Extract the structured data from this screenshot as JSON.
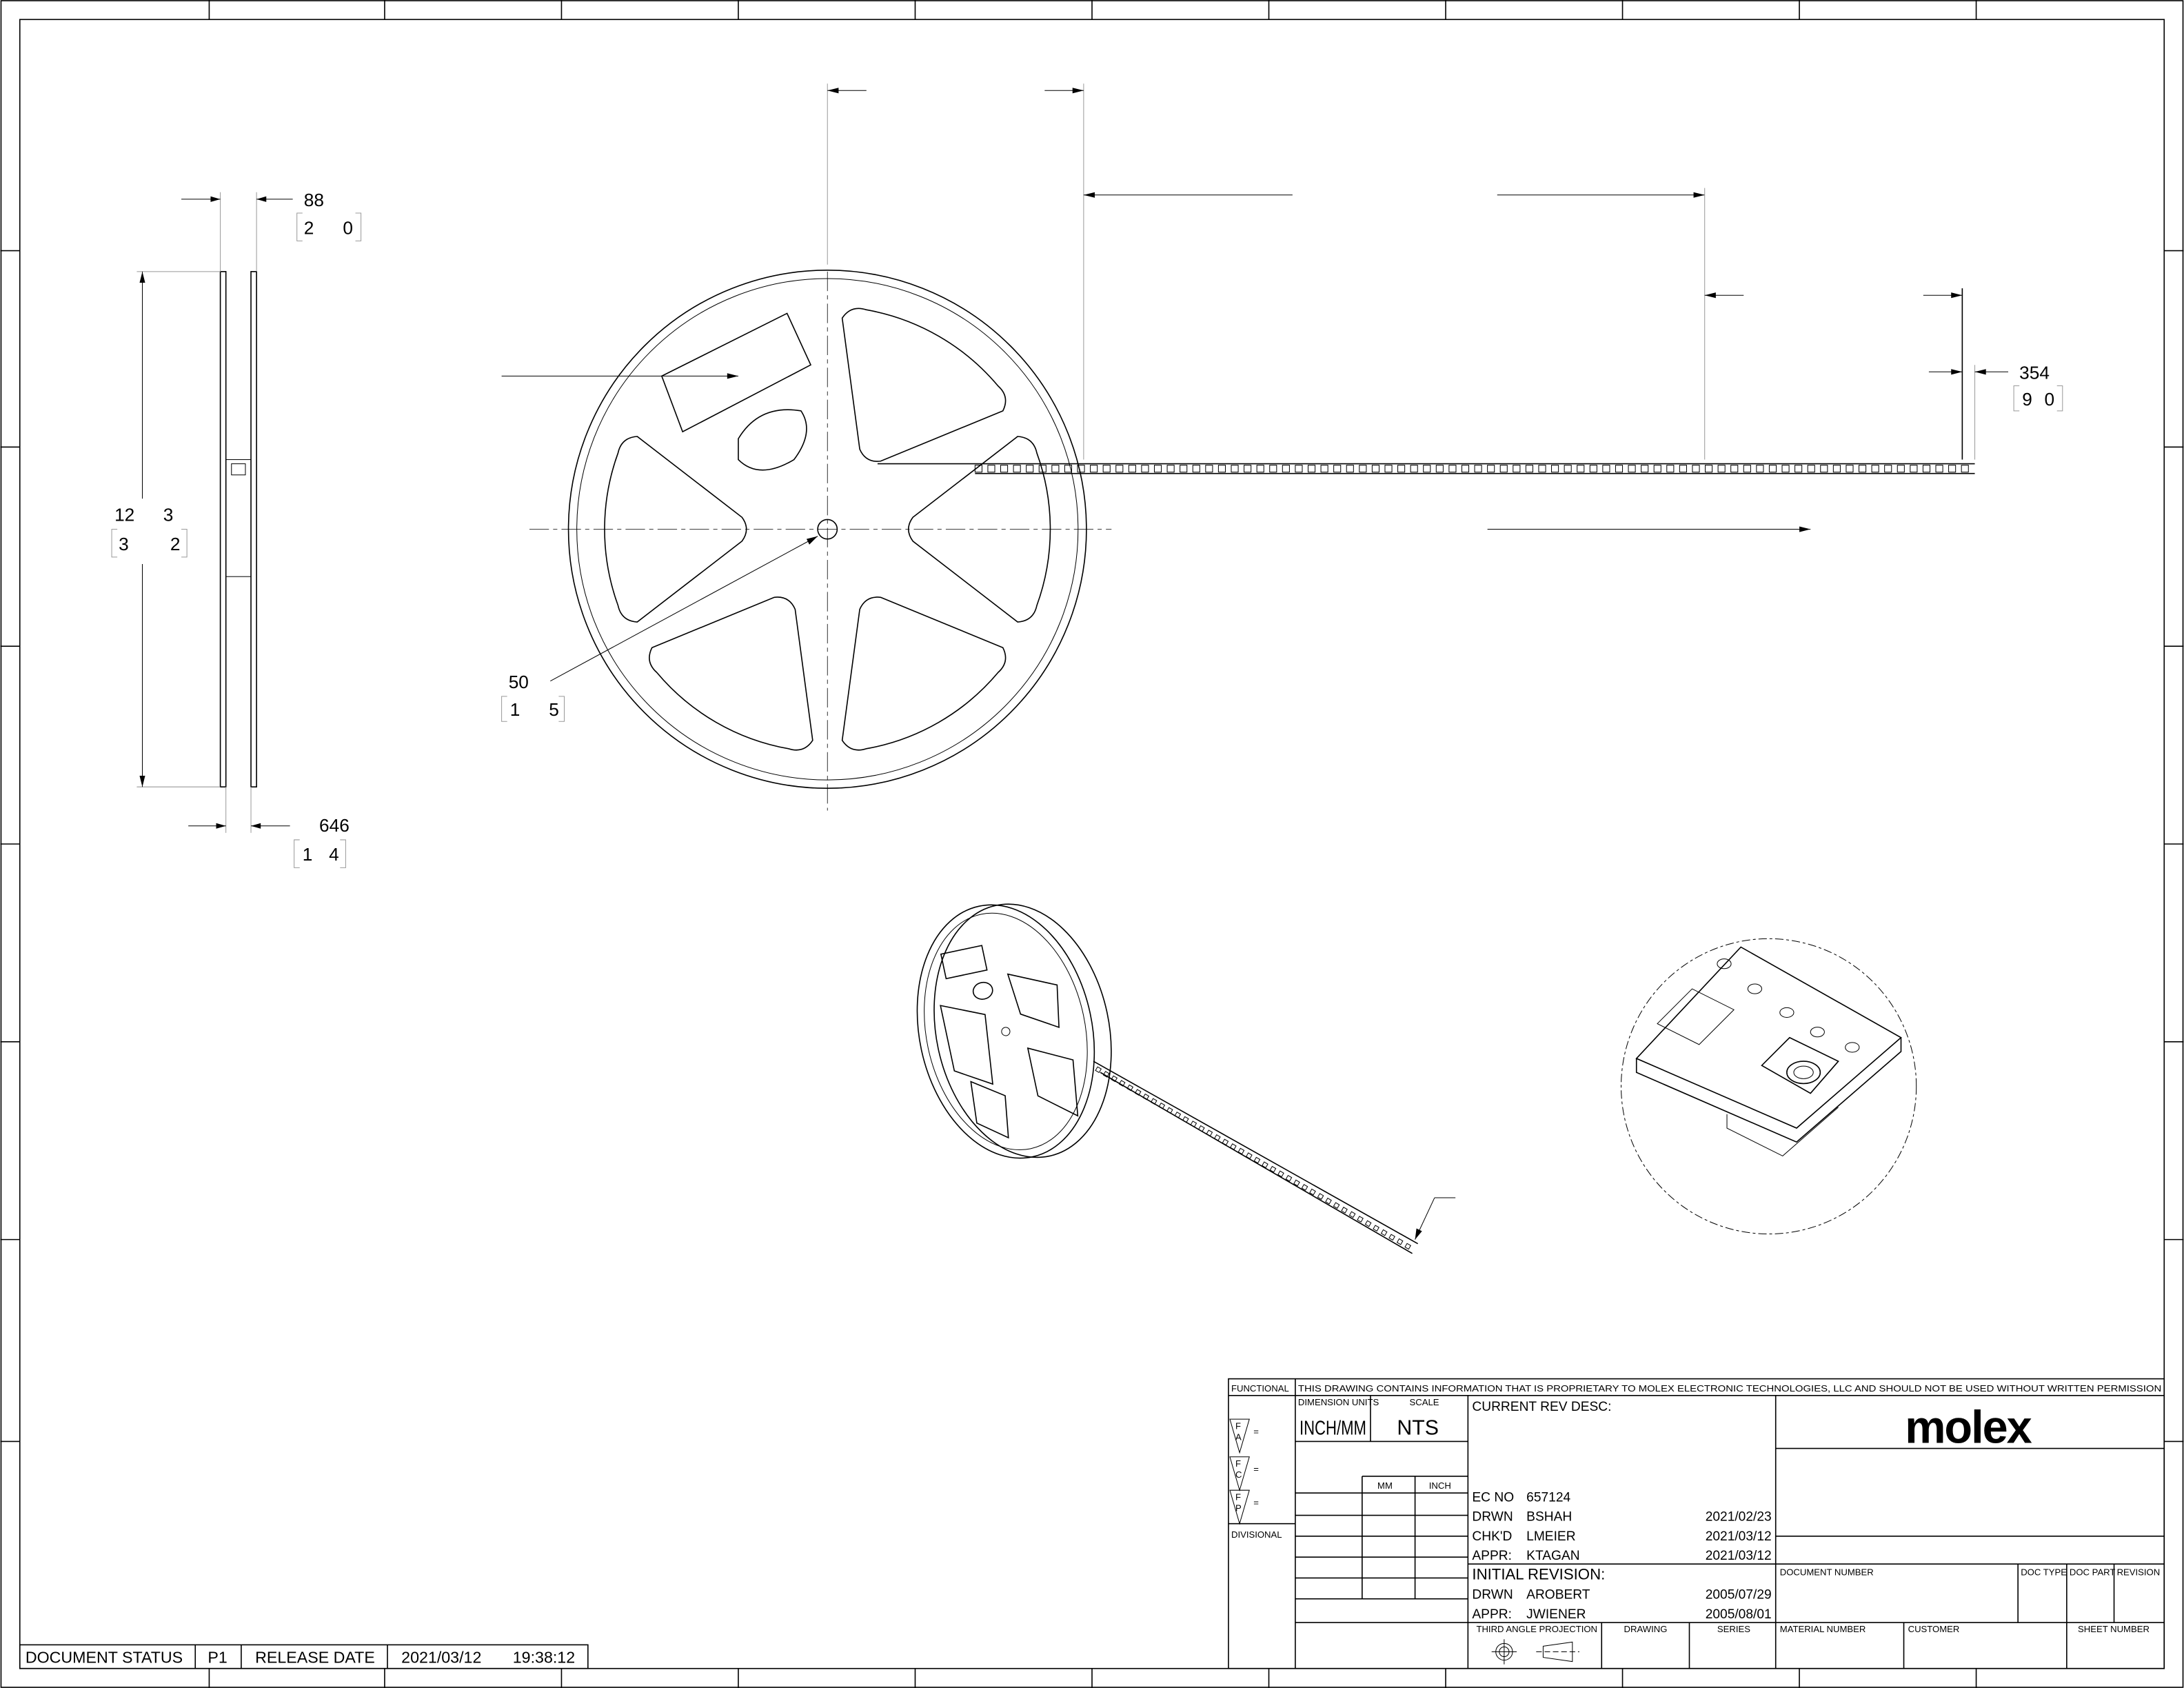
{
  "dimensions": {
    "flange_gap": {
      "inch": "88",
      "mm_left": "2",
      "mm_right": "0"
    },
    "reel_diameter": {
      "inch_left": "12",
      "inch_right": "3",
      "mm_left": "3",
      "mm_right": "2"
    },
    "hub_hole": {
      "inch": "50",
      "mm_left": "1",
      "mm_right": "5"
    },
    "flange_thickness": {
      "inch": "646",
      "mm_left": "1",
      "mm_right": "4"
    },
    "tape_width": {
      "inch": "354",
      "mm_left": "9",
      "mm_right": "0"
    }
  },
  "title_block": {
    "functional_label": "FUNCTIONAL",
    "divisional_label": "DIVISIONAL",
    "proprietary_notice": "THIS DRAWING CONTAINS INFORMATION THAT IS PROPRIETARY TO MOLEX ELECTRONIC TECHNOLOGIES, LLC AND SHOULD NOT BE USED WITHOUT WRITTEN PERMISSION",
    "fa_symbol": {
      "top": "F",
      "bottom": "A",
      "eq": "="
    },
    "fc_symbol": {
      "top": "F",
      "bottom": "C",
      "eq": "="
    },
    "fp_symbol": {
      "top": "F",
      "bottom": "P",
      "eq": "="
    },
    "dimension_units_label": "DIMENSION UNITS",
    "dimension_units_value": "INCH/MM",
    "scale_label": "SCALE",
    "scale_value": "NTS",
    "mm_label": "MM",
    "inch_label": "INCH",
    "current_rev_desc_label": "CURRENT REV DESC:",
    "ec_no_label": "EC NO",
    "ec_no_value": "657124",
    "drwn_label": "DRWN",
    "drwn_value": "BSHAH",
    "drwn_date": "2021/02/23",
    "chkd_label": "CHK'D",
    "chkd_value": "LMEIER",
    "chkd_date": "2021/03/12",
    "appr_label": "APPR:",
    "appr_value": "KTAGAN",
    "appr_date": "2021/03/12",
    "initial_revision_label": "INITIAL REVISION:",
    "init_drwn_label": "DRWN",
    "init_drwn_value": "AROBERT",
    "init_drwn_date": "2005/07/29",
    "init_appr_label": "APPR:",
    "init_appr_value": "JWIENER",
    "init_appr_date": "2005/08/01",
    "projection_label": "THIRD ANGLE PROJECTION",
    "drawing_label": "DRAWING",
    "series_label": "SERIES",
    "logo": "molex",
    "document_number_label": "DOCUMENT NUMBER",
    "doc_type_label": "DOC TYPE",
    "doc_part_label": "DOC PART",
    "revision_label": "REVISION",
    "material_number_label": "MATERIAL NUMBER",
    "customer_label": "CUSTOMER",
    "sheet_number_label": "SHEET NUMBER"
  },
  "status_bar": {
    "document_status_label": "DOCUMENT STATUS",
    "document_status_value": "P1",
    "release_date_label": "RELEASE DATE",
    "release_date_value": "2021/03/12",
    "release_time_value": "19:38:12"
  }
}
